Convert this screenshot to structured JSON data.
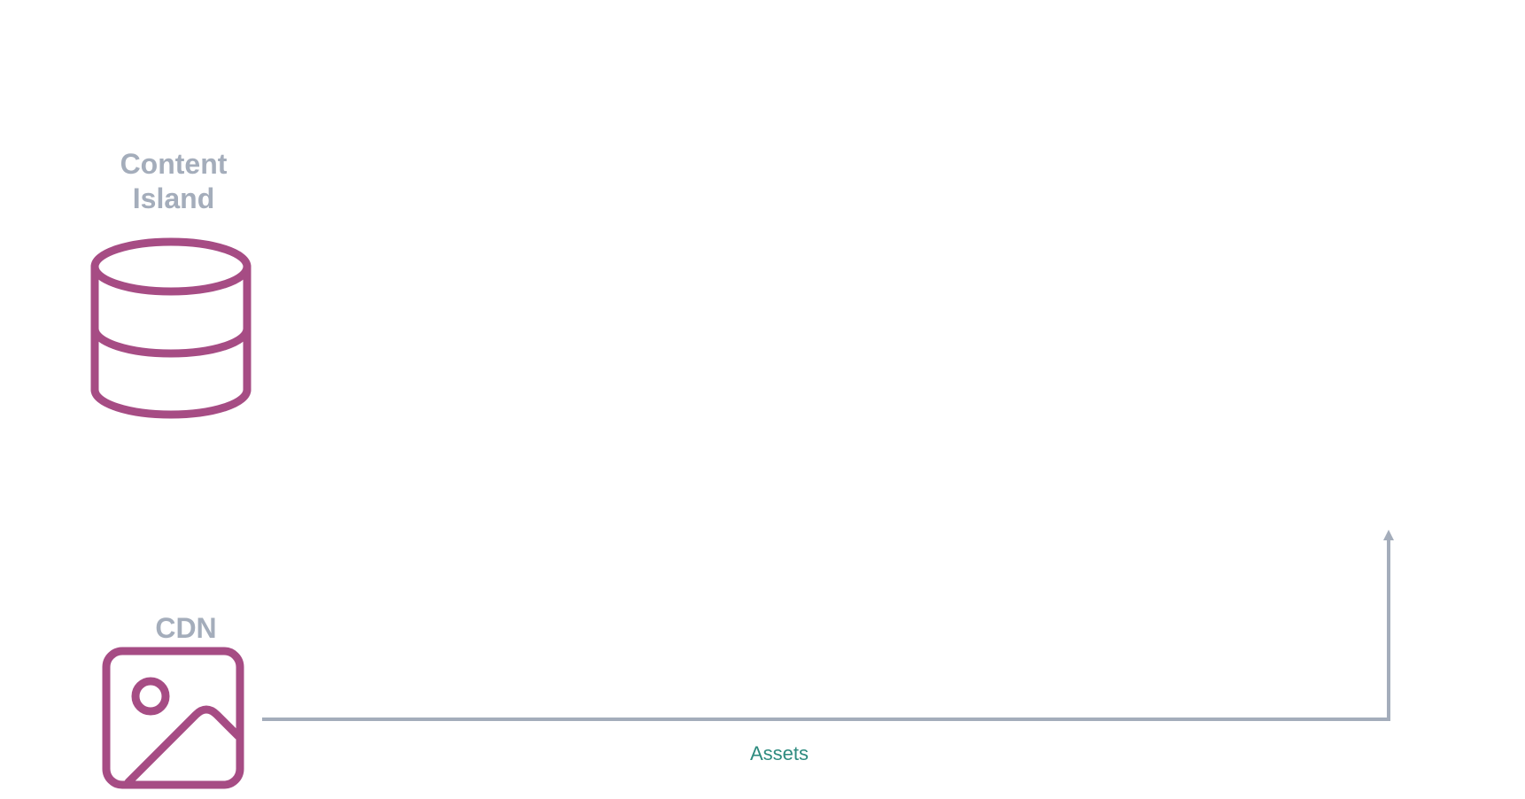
{
  "nodes": {
    "content_island": {
      "label_line1": "Content",
      "label_line2": "Island",
      "icon": "database-icon"
    },
    "cdn": {
      "label": "CDN",
      "icon": "image-icon"
    }
  },
  "edges": {
    "assets": {
      "label": "Assets",
      "from": "CDN",
      "direction": "right-then-up"
    }
  },
  "colors": {
    "icon": "#a64c84",
    "node_label": "#a4adbb",
    "edge_line": "#a4adbb",
    "edge_label": "#2e8b7f"
  }
}
